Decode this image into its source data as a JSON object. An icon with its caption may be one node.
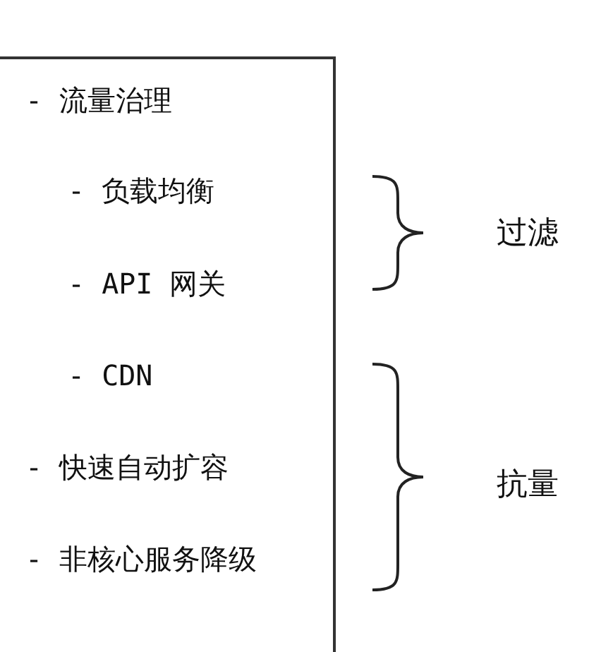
{
  "diagram": {
    "nodes": [
      {
        "text": [
          "- 流量治理",
          "- 负载均衡",
          "- API 网关",
          "- CDN",
          "- 快速自动扩容",
          "- 非核心服务降级"
        ]
      }
    ],
    "labels": [
      "过滤",
      "抗量"
    ]
  }
}
